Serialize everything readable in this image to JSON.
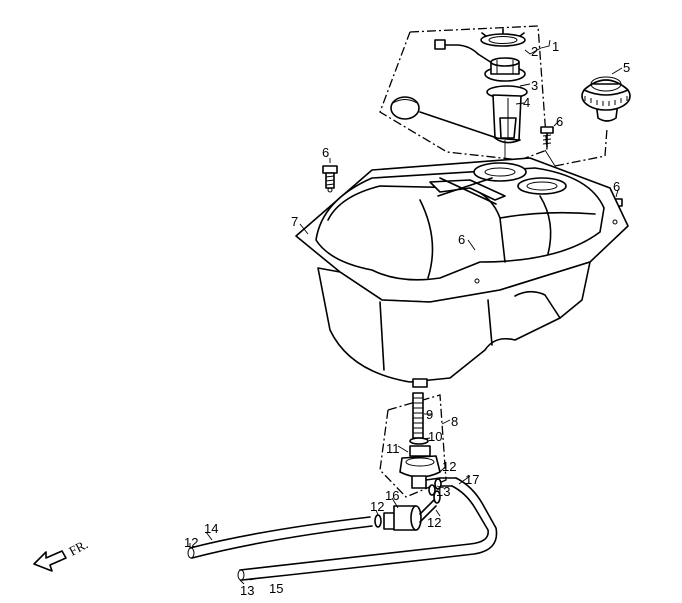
{
  "diagram": {
    "direction_label": "FR.",
    "callouts": [
      {
        "id": "c1",
        "text": "1"
      },
      {
        "id": "c2",
        "text": "2"
      },
      {
        "id": "c3",
        "text": "3"
      },
      {
        "id": "c4",
        "text": "4"
      },
      {
        "id": "c5",
        "text": "5"
      },
      {
        "id": "c6a",
        "text": "6"
      },
      {
        "id": "c6b",
        "text": "6"
      },
      {
        "id": "c6c",
        "text": "6"
      },
      {
        "id": "c6d",
        "text": "6"
      },
      {
        "id": "c7",
        "text": "7"
      },
      {
        "id": "c8",
        "text": "8"
      },
      {
        "id": "c9",
        "text": "9"
      },
      {
        "id": "c10",
        "text": "10"
      },
      {
        "id": "c11",
        "text": "11"
      },
      {
        "id": "c12a",
        "text": "12"
      },
      {
        "id": "c12b",
        "text": "12"
      },
      {
        "id": "c12c",
        "text": "12"
      },
      {
        "id": "c12d",
        "text": "12"
      },
      {
        "id": "c13a",
        "text": "13"
      },
      {
        "id": "c13b",
        "text": "13"
      },
      {
        "id": "c14",
        "text": "14"
      },
      {
        "id": "c15",
        "text": "15"
      },
      {
        "id": "c16",
        "text": "16"
      },
      {
        "id": "c17",
        "text": "17"
      }
    ]
  }
}
